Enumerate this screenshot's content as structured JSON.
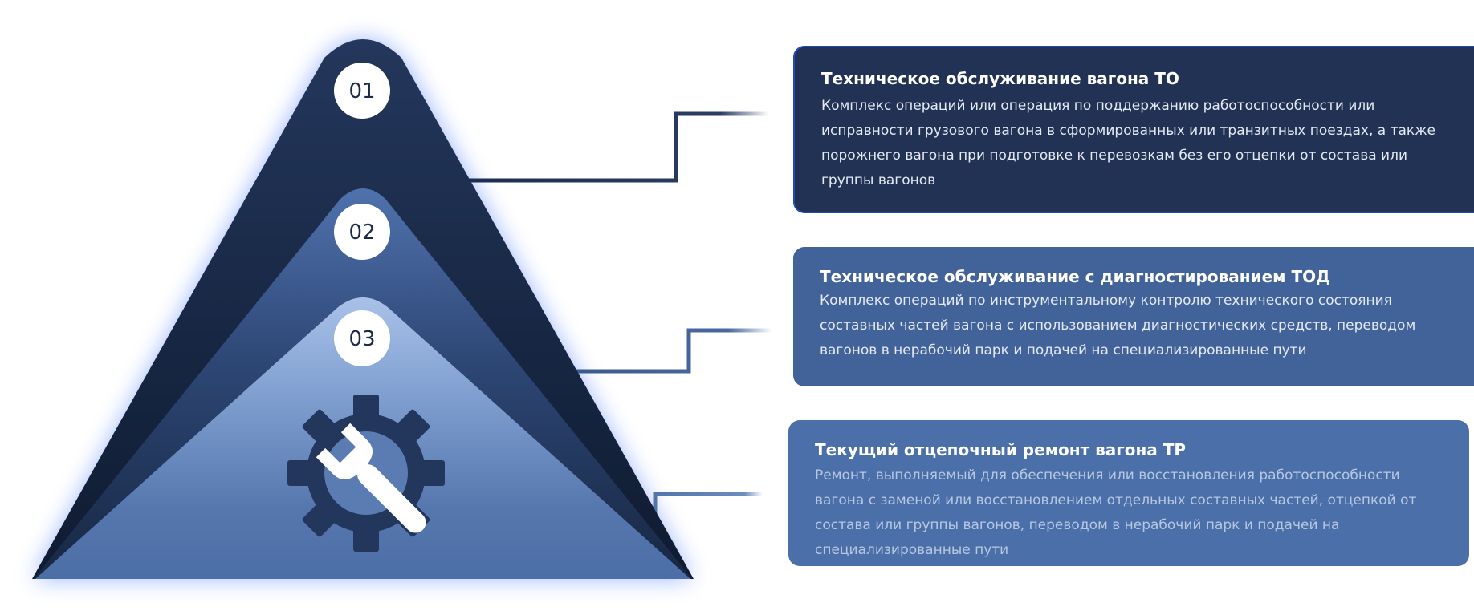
{
  "pyramid": {
    "levels": [
      {
        "number": "01",
        "color": "#1b2b4c"
      },
      {
        "number": "02",
        "color": "#2e4a7e"
      },
      {
        "number": "03",
        "color": "#5a7fbb"
      }
    ],
    "center_icon": "gear-wrench-icon",
    "glow_color": "#4a78ff"
  },
  "cards": [
    {
      "title": "Техническое обслуживание вагона ТО",
      "text": "Комплекс операций или операция по поддержанию работоспособности или исправности грузового вагона в сформированных или транзитных поездах, а также порожнего вагона при подготовке к перевозкам без его отцепки от состава или группы вагонов",
      "background": "#213254"
    },
    {
      "title": "Техническое обслуживание с диагностированием ТОД",
      "text": "Комплекс операций по инструментальному контролю технического состояния составных частей вагона с использованием диагностических средств, переводом вагонов в нерабочий парк и подачей на специализированные пути",
      "background": "#42639a"
    },
    {
      "title": "Текущий отцепочный ремонт вагона ТР",
      "text": "Ремонт, выполняемый для обеспечения или восстановления работоспособности вагона с заменой или восстановлением отдельных составных частей, отцепкой от состава или группы вагонов, переводом в нерабочий парк и подачей на специализированные пути",
      "background": "#4b6fa8"
    }
  ]
}
